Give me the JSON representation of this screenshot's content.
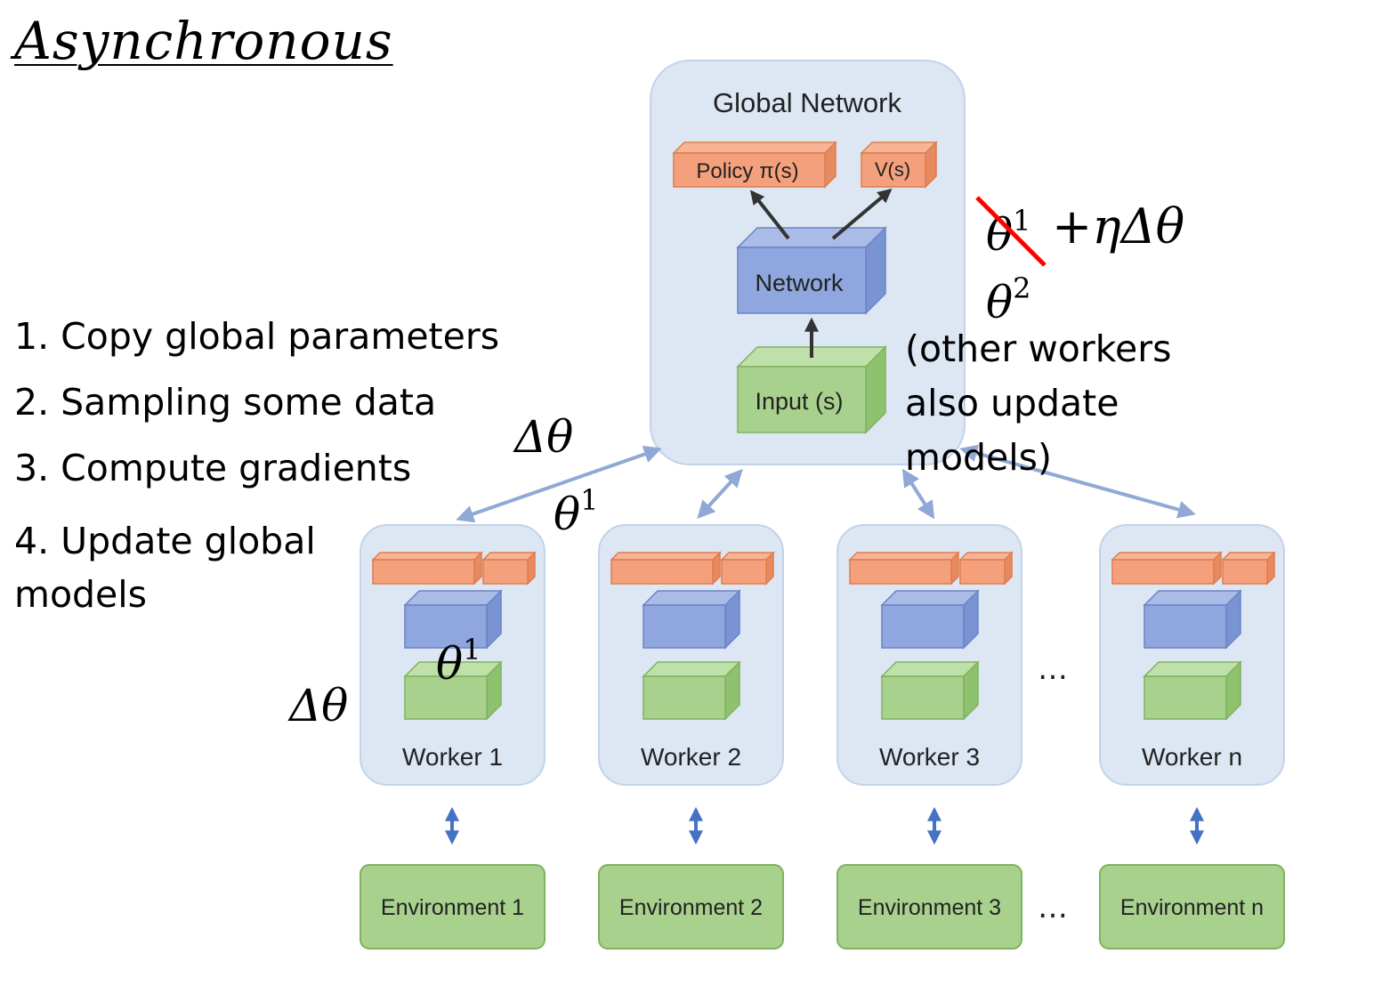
{
  "title": "Asynchronous",
  "steps": [
    "1. Copy global parameters",
    "2. Sampling some data",
    "3. Compute gradients",
    "4. Update global\nmodels"
  ],
  "global": {
    "title": "Global Network",
    "policy": "Policy π(s)",
    "value": "V(s)",
    "network": "Network",
    "input": "Input (s)"
  },
  "workers": [
    "Worker 1",
    "Worker 2",
    "Worker 3",
    "Worker n"
  ],
  "environments": [
    "Environment 1",
    "Environment 2",
    "Environment 3",
    "Environment n"
  ],
  "ellipsis": "…",
  "math": {
    "delta_theta": "Δθ",
    "theta": "θ",
    "sup_1": "1",
    "sup_2": "2",
    "update_term": "+ηΔθ"
  },
  "note": "(other workers also update models)",
  "colors": {
    "panel": "#dde6f3",
    "panel_border": "#c3d3ea",
    "orange": "#f4a07c",
    "blue": "#8fa6de",
    "green": "#a9d18e",
    "arrow": "#8fa8d6",
    "strike": "#ff0000"
  }
}
